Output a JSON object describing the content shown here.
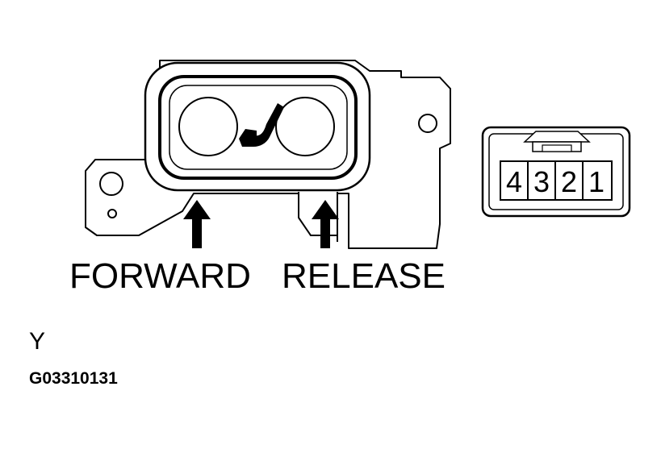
{
  "labels": {
    "forward": "FORWARD",
    "release": "RELEASE",
    "view": "Y",
    "figure_id": "G03310131"
  },
  "connector": {
    "pins": [
      "4",
      "3",
      "2",
      "1"
    ]
  },
  "icons": {
    "seat": "seat-icon",
    "arrow": "arrow-up-icon"
  },
  "colors": {
    "line": "#000000",
    "background": "#ffffff"
  }
}
